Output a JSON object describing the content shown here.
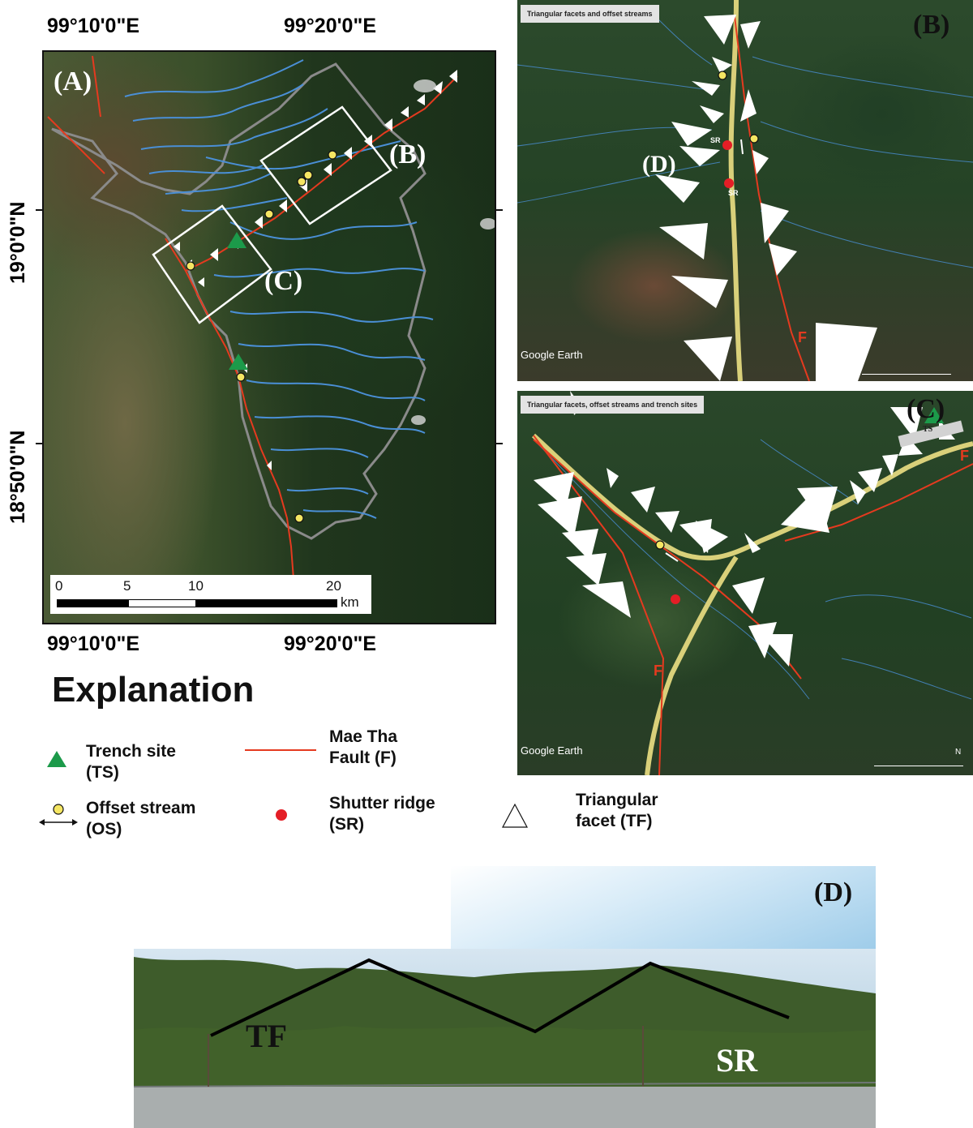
{
  "panel_a": {
    "letter": "(A)",
    "inset_b_label": "(B)",
    "inset_c_label": "(C)",
    "top_lon_left": "99°10'0\"E",
    "top_lon_right": "99°20'0\"E",
    "bottom_lon_left": "99°10'0\"E",
    "bottom_lon_right": "99°20'0\"E",
    "lat_upper": "19°0'0\"N",
    "lat_lower": "18°50'0\"N",
    "scale_ticks": [
      "0",
      "5",
      "10",
      "20"
    ],
    "scale_unit": "km"
  },
  "panel_b": {
    "letter": "(B)",
    "title": "Triangular facets and offset streams",
    "d_label": "(D)",
    "sr_labels": [
      "SR",
      "SR"
    ],
    "fault_label": "F",
    "google_label": "Google Earth"
  },
  "panel_c": {
    "letter": "(C)",
    "title": "Triangular facets, offset streams and trench sites",
    "ts_label": "TS",
    "fault_labels": [
      "F",
      "F"
    ],
    "google_label": "Google Earth",
    "north_label": "N"
  },
  "explanation": {
    "title": "Explanation",
    "trench_label": "Trench site\n(TS)",
    "fault_label": "Mae Tha\nFault (F)",
    "offset_label": "Offset stream\n(OS)",
    "shutter_label": "Shutter ridge\n(SR)",
    "facet_label": "Triangular\nfacet (TF)"
  },
  "panel_d": {
    "letter": "(D)",
    "tf_label": "TF",
    "sr_label": "SR"
  },
  "colors": {
    "fault": "#e53a1f",
    "stream": "#4a8fd6",
    "boundary": "#8a8a8a",
    "trench": "#1c9a4a",
    "offset_fill": "#f5e663",
    "shutter": "#e41e26",
    "inset_box": "#ffffff"
  }
}
